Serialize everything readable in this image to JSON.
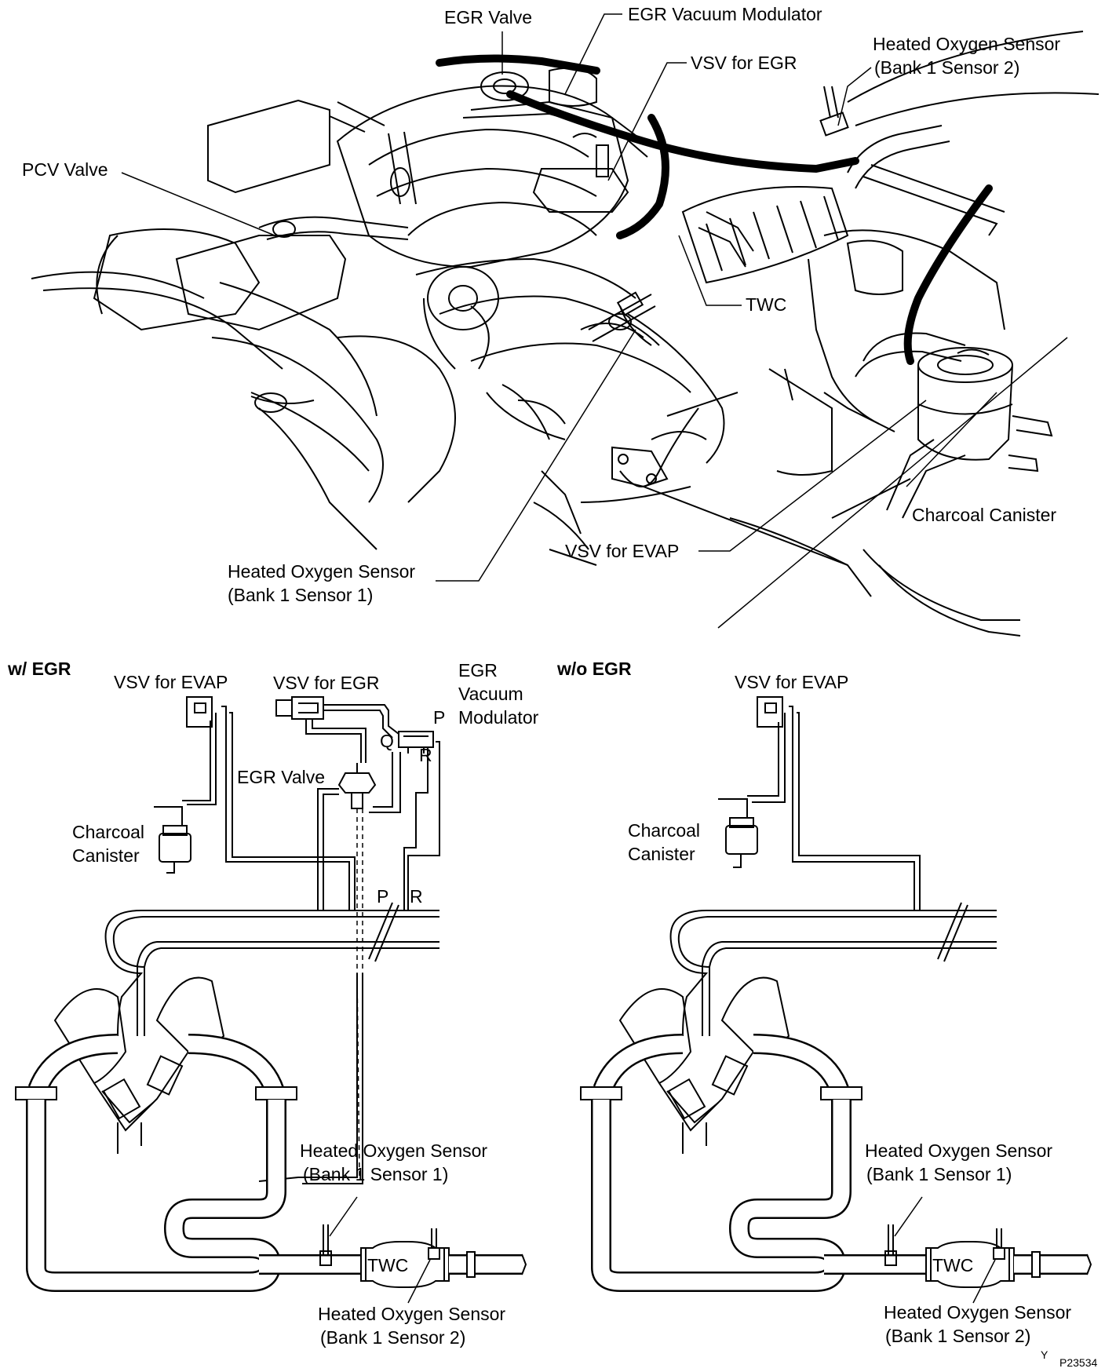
{
  "top_view": {
    "labels": {
      "egr_valve": "EGR Valve",
      "egr_vacuum_modulator": "EGR Vacuum Modulator",
      "vsv_for_egr": "VSV for EGR",
      "ho2s_bank1_sensor2_line1": "Heated Oxygen Sensor",
      "ho2s_bank1_sensor2_line2": "(Bank 1 Sensor 2)",
      "pcv_valve": "PCV Valve",
      "twc": "TWC",
      "charcoal_canister": "Charcoal Canister",
      "vsv_for_evap": "VSV for EVAP",
      "ho2s_bank1_sensor1_line1": "Heated Oxygen Sensor",
      "ho2s_bank1_sensor1_line2": "(Bank 1 Sensor 1)"
    }
  },
  "with_egr": {
    "title": "w/ EGR",
    "labels": {
      "vsv_for_evap": "VSV for EVAP",
      "vsv_for_egr": "VSV for EGR",
      "egr_vacuum_modulator_1": "EGR",
      "egr_vacuum_modulator_2": "Vacuum",
      "egr_vacuum_modulator_3": "Modulator",
      "port_p_top": "P",
      "port_q": "Q",
      "port_r_top": "R",
      "egr_valve": "EGR Valve",
      "charcoal_canister_1": "Charcoal",
      "charcoal_canister_2": "Canister",
      "port_p_bottom": "P",
      "port_r_bottom": "R",
      "ho2s_s1_line1": "Heated Oxygen Sensor",
      "ho2s_s1_line2": "(Bank 1 Sensor 1)",
      "twc": "TWC",
      "ho2s_s2_line1": "Heated Oxygen Sensor",
      "ho2s_s2_line2": "(Bank 1 Sensor 2)"
    }
  },
  "without_egr": {
    "title": "w/o EGR",
    "labels": {
      "vsv_for_evap": "VSV for EVAP",
      "charcoal_canister_1": "Charcoal",
      "charcoal_canister_2": "Canister",
      "ho2s_s1_line1": "Heated Oxygen Sensor",
      "ho2s_s1_line2": "(Bank 1 Sensor 1)",
      "twc": "TWC",
      "ho2s_s2_line1": "Heated Oxygen Sensor",
      "ho2s_s2_line2": "(Bank 1 Sensor 2)"
    }
  },
  "figure_code": "P23534",
  "figure_mark": "Y"
}
